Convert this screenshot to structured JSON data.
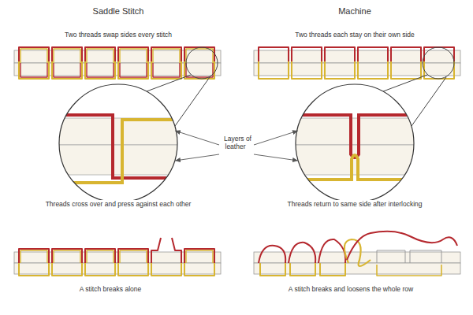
{
  "diagram": {
    "labels": [
      "Saddle Stitch",
      "Machine",
      "Two threads swap sides every stitch",
      "Two threads each stay on their own side",
      "Layers of leather",
      "Threads cross over and press against each other",
      "Threads return to same side after interlocking",
      "A stitch breaks alone",
      "A stitch breaks and loosens the whole row"
    ]
  }
}
